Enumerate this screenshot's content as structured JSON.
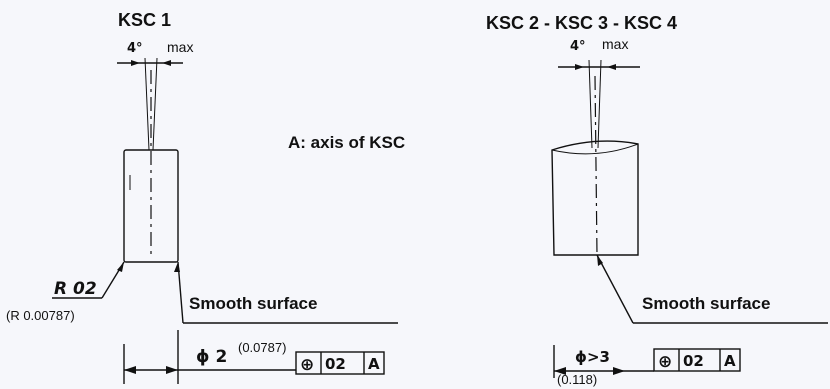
{
  "part1": {
    "title": "KSC 1",
    "angle": "4°",
    "angle_suffix": "max",
    "radius": "R 02",
    "radius_inch": "(R 0.00787)",
    "surface_note": "Smooth surface",
    "diameter": "ϕ 2",
    "diameter_inch": "(0.0787)",
    "frame_symbol": "⊕",
    "frame_tolerance": "02",
    "frame_datum": "A"
  },
  "center_note": "A: axis of KSC",
  "part2": {
    "title": "KSC 2 - KSC 3 - KSC 4",
    "angle": "4°",
    "angle_suffix": "max",
    "surface_note": "Smooth surface",
    "diameter": "ϕ>3",
    "diameter_inch": "(0.118)",
    "frame_symbol": "⊕",
    "frame_tolerance": "02",
    "frame_datum": "A"
  }
}
